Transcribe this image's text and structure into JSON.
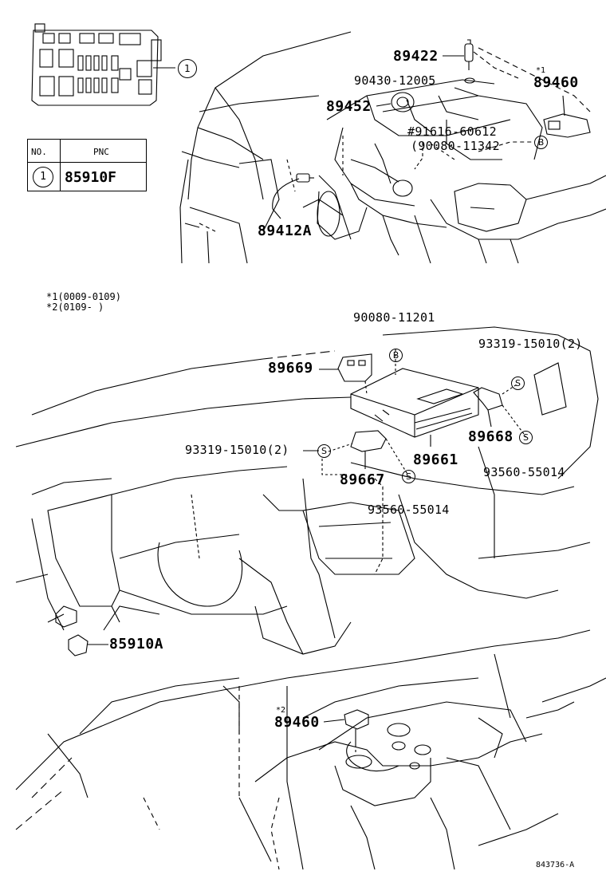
{
  "labels": {
    "p89422": "89422",
    "p90430": "90430-12005",
    "star1": "*1",
    "p89460_top": "89460",
    "p89452": "89452",
    "p91616": "#91616-60612",
    "p90080_11342": "(90080-11342",
    "p89412A": "89412A",
    "p90080_11201": "90080-11201",
    "p93319_right": "93319-15010(2)",
    "p89669": "89669",
    "p89668": "89668",
    "p93319_left": "93319-15010(2)",
    "p89661": "89661",
    "p89667": "89667",
    "p93560_right": "93560-55014",
    "p93560_left": "93560-55014",
    "p85910A": "85910A",
    "star2": "*2",
    "p89460_bottom": "89460",
    "drawing_no": "843736-A"
  },
  "notes": {
    "note1": "*1(0009-0109)",
    "note2": "*2(0109-      )"
  },
  "legend": {
    "header_no": "NO.",
    "header_pnc": "PNC",
    "row_num": "1",
    "row_pnc": "85910F"
  },
  "markers": {
    "s": "S",
    "b": "B",
    "ref1": "1"
  }
}
